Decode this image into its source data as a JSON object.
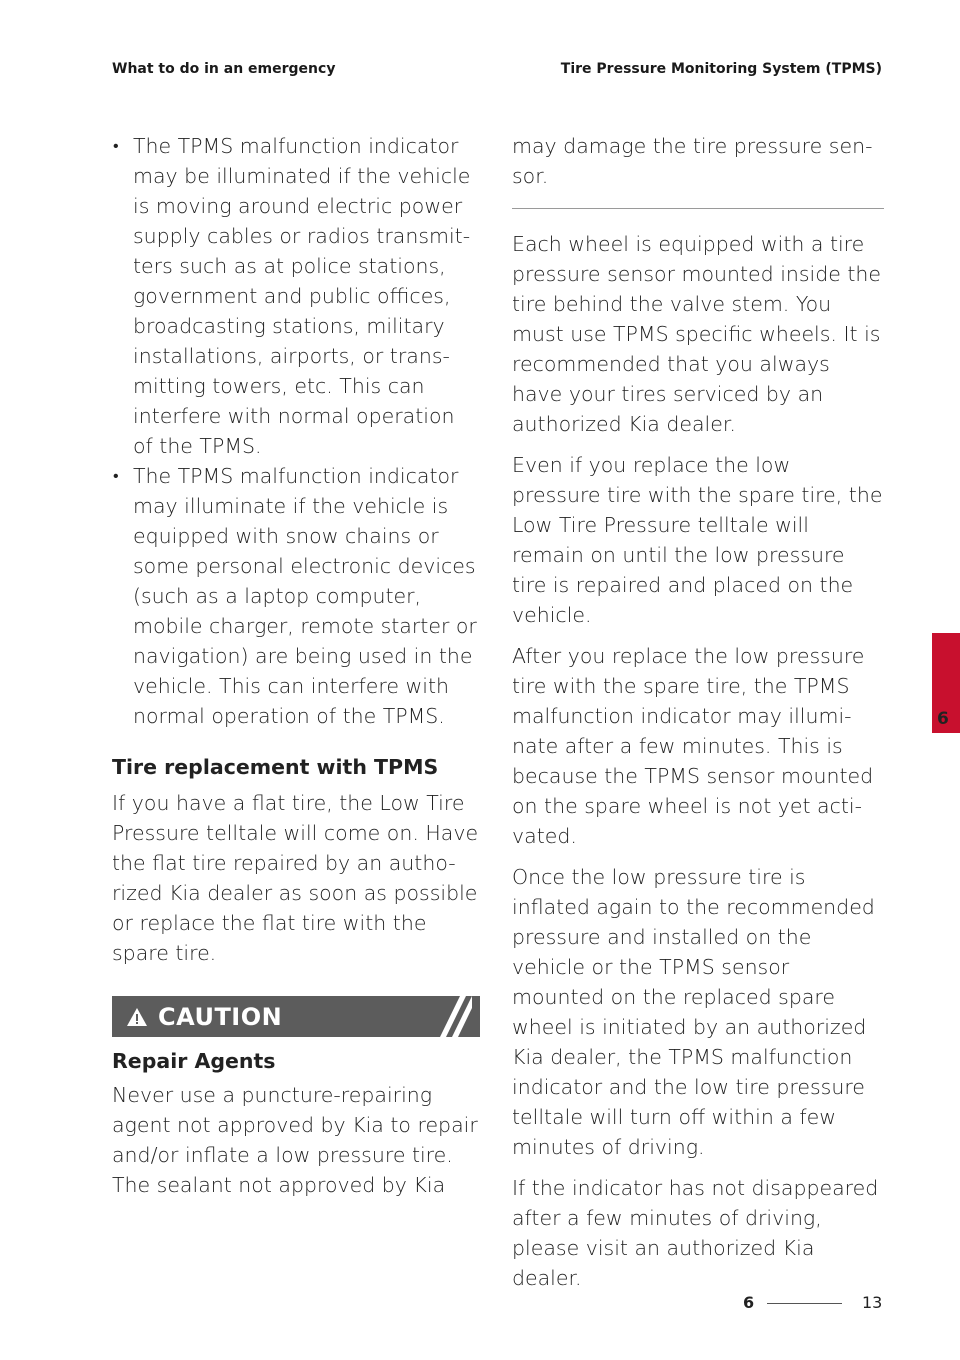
{
  "header": {
    "left": "What to do in an emergency",
    "right": "Tire Pressure Monitoring System (TPMS)"
  },
  "left_column": {
    "bullets": [
      "The TPMS malfunction indicator may be illuminated if the vehicle is moving around electric power supply cables or radios transmit-ters such as at police stations, government and public offices, broadcasting stations, military installations, airports, or trans-mitting towers, etc. This can interfere with normal operation of the TPMS.",
      "The TPMS malfunction indicator may illuminate if the vehicle is equipped with snow chains or some personal electronic devices (such as a laptop computer, mobile charger, remote starter or navigation) are being used in the vehicle. This can interfere with normal operation of the TPMS."
    ],
    "section_title": "Tire replacement with TPMS",
    "section_text": "If you have a flat tire, the Low Tire Pressure telltale will come on. Have the flat tire repaired by an autho-rized Kia dealer as soon as possible or replace the flat tire with the spare tire.",
    "caution": {
      "label": "CAUTION",
      "subtitle": "Repair Agents",
      "text": "Never use a puncture-repairing agent not approved by Kia to repair and/or inflate a low pressure tire. The sealant not approved by Kia"
    }
  },
  "right_column": {
    "caution_continued": "may damage the tire pressure sen-sor.",
    "paragraphs": [
      "Each wheel is equipped with a tire pressure sensor mounted inside the tire behind the valve stem. You must use TPMS specific wheels. It is recommended that you always have your tires serviced by an authorized Kia dealer.",
      "Even if you replace the low pressure tire with the spare tire, the Low Tire Pressure telltale will remain on until the low pressure tire is repaired and placed on the vehicle.",
      "After you replace the low pressure tire with the spare tire, the TPMS malfunction indicator may illumi-nate after a few minutes. This is because the TPMS sensor mounted on the spare wheel is not yet acti-vated.",
      "Once the low pressure tire is inflated again to the recommended pressure and installed on the vehicle or the TPMS sensor mounted on the replaced spare wheel is initiated by an authorized Kia dealer, the TPMS malfunction indicator and the low tire pressure telltale will turn off within a few minutes of driving.",
      "If the indicator has not disappeared after a few minutes of driving, please visit an authorized Kia dealer."
    ]
  },
  "side_tab": {
    "chapter": "6",
    "color": "#c8102e"
  },
  "footer": {
    "chapter": "6",
    "page": "13"
  }
}
